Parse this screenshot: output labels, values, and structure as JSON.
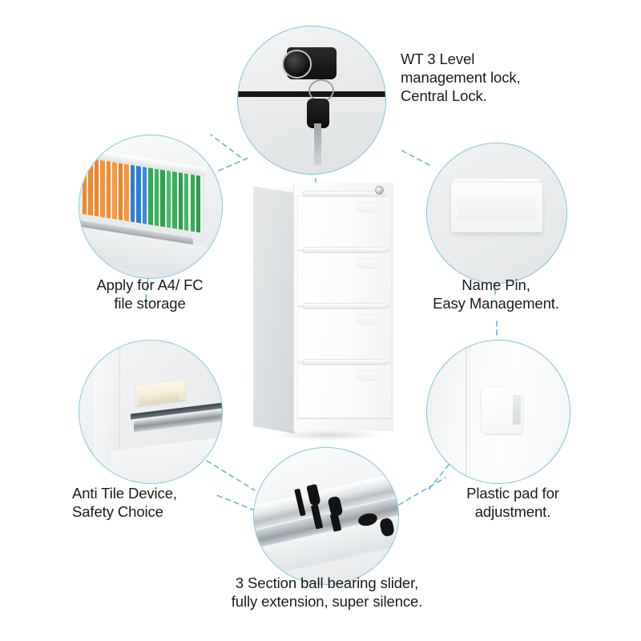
{
  "product": {
    "name": "4-drawer vertical steel filing cabinet",
    "drawer_count": 4,
    "body_color": "#f7f8f9",
    "accent_color": "#79c4dc"
  },
  "features": [
    {
      "id": "lock",
      "icon": "lock-with-keys-icon",
      "caption": "WT 3 Level\nmanagement lock,\nCentral Lock.",
      "align": "left"
    },
    {
      "id": "file-storage",
      "icon": "hanging-file-folders-icon",
      "caption": "Apply for A4/ FC\nfile storage",
      "align": "center"
    },
    {
      "id": "name-pin",
      "icon": "name-plate-holder-icon",
      "caption": "Name Pin,\nEasy Management.",
      "align": "center"
    },
    {
      "id": "anti-tilt",
      "icon": "anti-tilt-device-icon",
      "caption": "Anti Tile Device,\nSafety Choice",
      "align": "left"
    },
    {
      "id": "ball-bearing-slider",
      "icon": "ball-bearing-slide-rail-icon",
      "caption": "3 Section ball bearing slider,\nfully extension, super silence.",
      "align": "center"
    },
    {
      "id": "plastic-pad",
      "icon": "plastic-adjustment-pad-icon",
      "caption": "Plastic pad for\nadjustment.",
      "align": "center"
    }
  ],
  "folder_colors": [
    "#f08a2a",
    "#f08a2a",
    "#ee8326",
    "#f29438",
    "#ef8b2c",
    "#f59a3e",
    "#ed8524",
    "#f39a3c",
    "#2f7fd0",
    "#2f7fd0",
    "#3d8ad8",
    "#34a853",
    "#3cb35c",
    "#32a14f",
    "#46bd68",
    "#3aad58",
    "#2f9c4c",
    "#44b865",
    "#39a956",
    "#2e9a4a"
  ]
}
